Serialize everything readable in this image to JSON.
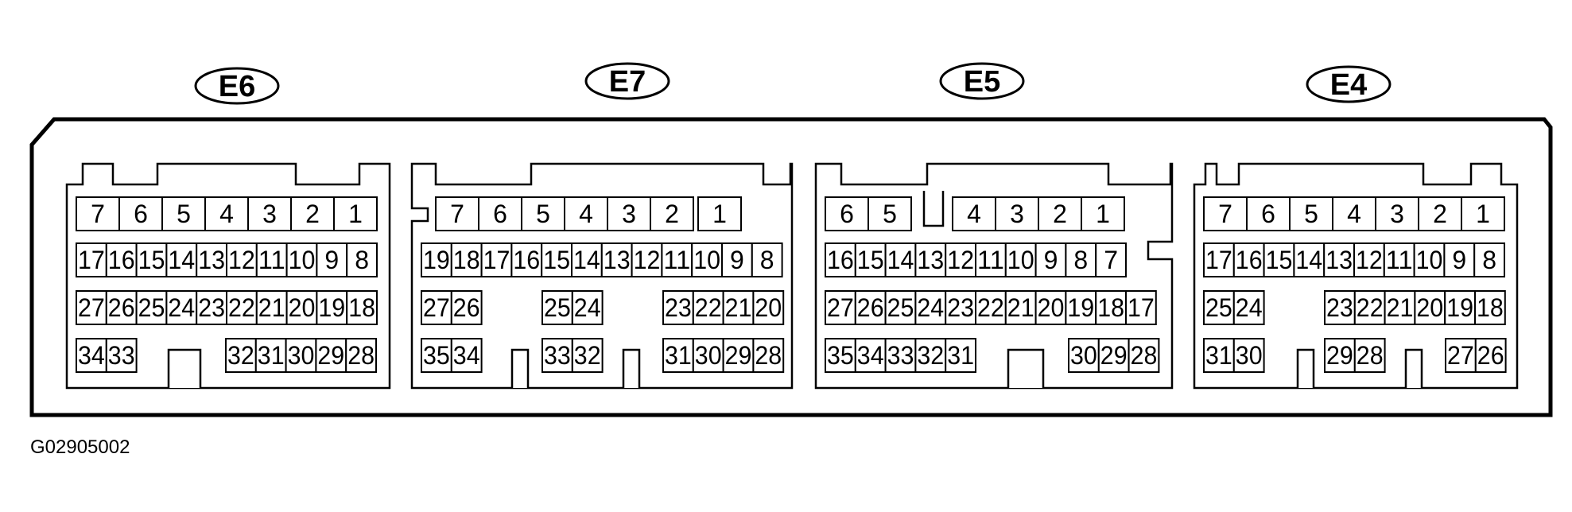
{
  "figure_code": "G02905002",
  "connectors": [
    {
      "id": "E6",
      "rows": [
        [
          "7",
          "6",
          "5",
          "4",
          "3",
          "2",
          "1"
        ],
        [
          "17",
          "16",
          "15",
          "14",
          "13",
          "12",
          "11",
          "10",
          "9",
          "8"
        ],
        [
          "27",
          "26",
          "25",
          "24",
          "23",
          "22",
          "21",
          "20",
          "19",
          "18"
        ],
        [
          "34",
          "33",
          "32",
          "31",
          "30",
          "29",
          "28"
        ]
      ]
    },
    {
      "id": "E7",
      "rows": [
        [
          "7",
          "6",
          "5",
          "4",
          "3",
          "2",
          "1"
        ],
        [
          "19",
          "18",
          "17",
          "16",
          "15",
          "14",
          "13",
          "12",
          "11",
          "10",
          "9",
          "8"
        ],
        [
          "27",
          "26",
          "25",
          "24",
          "23",
          "22",
          "21",
          "20"
        ],
        [
          "35",
          "34",
          "33",
          "32",
          "31",
          "30",
          "29",
          "28"
        ]
      ]
    },
    {
      "id": "E5",
      "rows": [
        [
          "6",
          "5",
          "4",
          "3",
          "2",
          "1"
        ],
        [
          "16",
          "15",
          "14",
          "13",
          "12",
          "11",
          "10",
          "9",
          "8",
          "7"
        ],
        [
          "27",
          "26",
          "25",
          "24",
          "23",
          "22",
          "21",
          "20",
          "19",
          "18",
          "17"
        ],
        [
          "35",
          "34",
          "33",
          "32",
          "31",
          "30",
          "29",
          "28"
        ]
      ]
    },
    {
      "id": "E4",
      "rows": [
        [
          "7",
          "6",
          "5",
          "4",
          "3",
          "2",
          "1"
        ],
        [
          "17",
          "16",
          "15",
          "14",
          "13",
          "12",
          "11",
          "10",
          "9",
          "8"
        ],
        [
          "25",
          "24",
          "23",
          "22",
          "21",
          "20",
          "19",
          "18"
        ],
        [
          "31",
          "30",
          "29",
          "28",
          "27",
          "26"
        ]
      ]
    }
  ]
}
